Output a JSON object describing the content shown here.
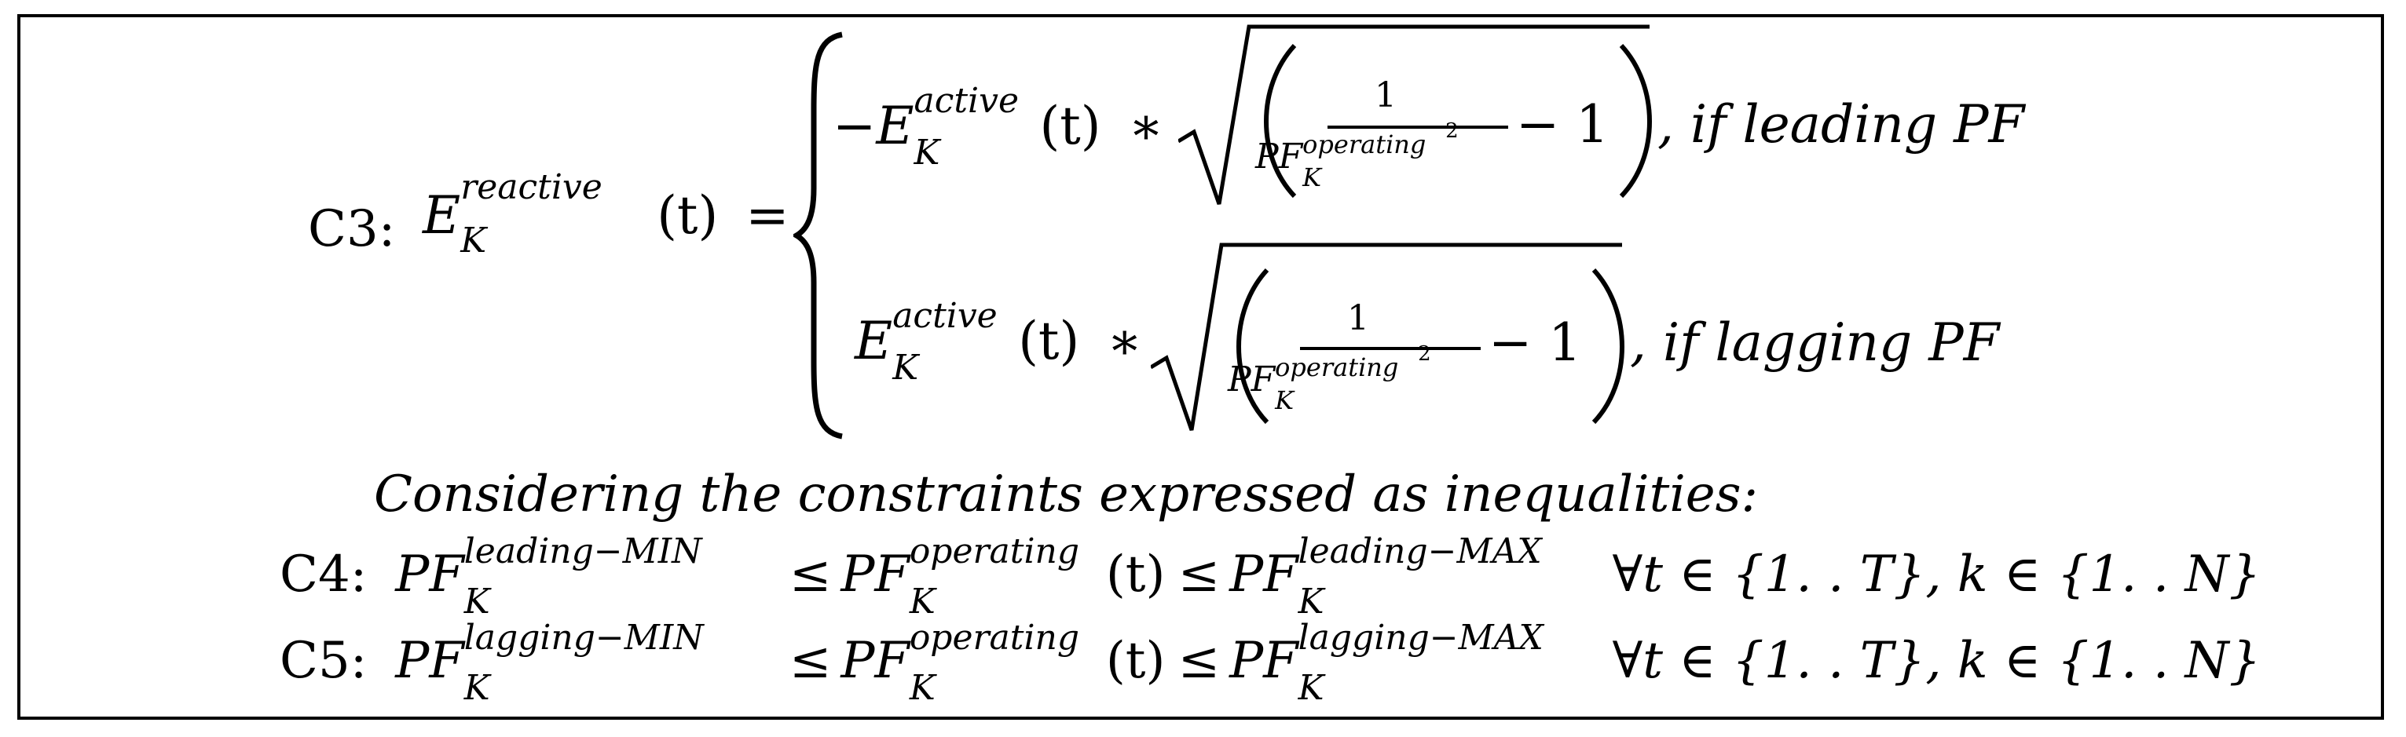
{
  "c3": {
    "label": "C3:",
    "lhs_var": "E",
    "lhs_sup": "reactive",
    "lhs_sub": "K",
    "lhs_arg": "(t)",
    "equals": "=",
    "case1": {
      "sign": "−",
      "var": "E",
      "sup": "active",
      "sub": "K",
      "arg": "(t)",
      "times": "∗",
      "numerator": "1",
      "den_var": "PF",
      "den_sup": "operating",
      "den_sub": "K",
      "den_pow": "2",
      "minus_one": "− 1",
      "condition": ", if leading PF"
    },
    "case2": {
      "var": "E",
      "sup": "active",
      "sub": "K",
      "arg": "(t)",
      "times": "∗",
      "numerator": "1",
      "den_var": "PF",
      "den_sup": "operating",
      "den_sub": "K",
      "den_pow": "2",
      "minus_one": "− 1",
      "condition": ", if lagging PF"
    }
  },
  "intro": "Considering the constraints expressed as inequalities:",
  "c4": {
    "label": "C4:",
    "lhs_var": "PF",
    "lhs_sup": "leading−MIN",
    "lhs_sub": "K",
    "leq1": "≤",
    "mid_var": "PF",
    "mid_sup": "operating",
    "mid_sub": "K",
    "mid_arg": "(t)",
    "leq2": "≤",
    "rhs_var": "PF",
    "rhs_sup": "leading−MAX",
    "rhs_sub": "K",
    "quant": "∀t ∈ {1. . T}, k ∈ {1. . N}"
  },
  "c5": {
    "label": "C5:",
    "lhs_var": "PF",
    "lhs_sup": "lagging−MIN",
    "lhs_sub": "K",
    "leq1": "≤",
    "mid_var": "PF",
    "mid_sup": "operating",
    "mid_sub": "K",
    "mid_arg": "(t)",
    "leq2": "≤",
    "rhs_var": "PF",
    "rhs_sup": "lagging−MAX",
    "rhs_sub": "K",
    "quant": "∀t ∈ {1. . T}, k ∈ {1. . N}"
  }
}
